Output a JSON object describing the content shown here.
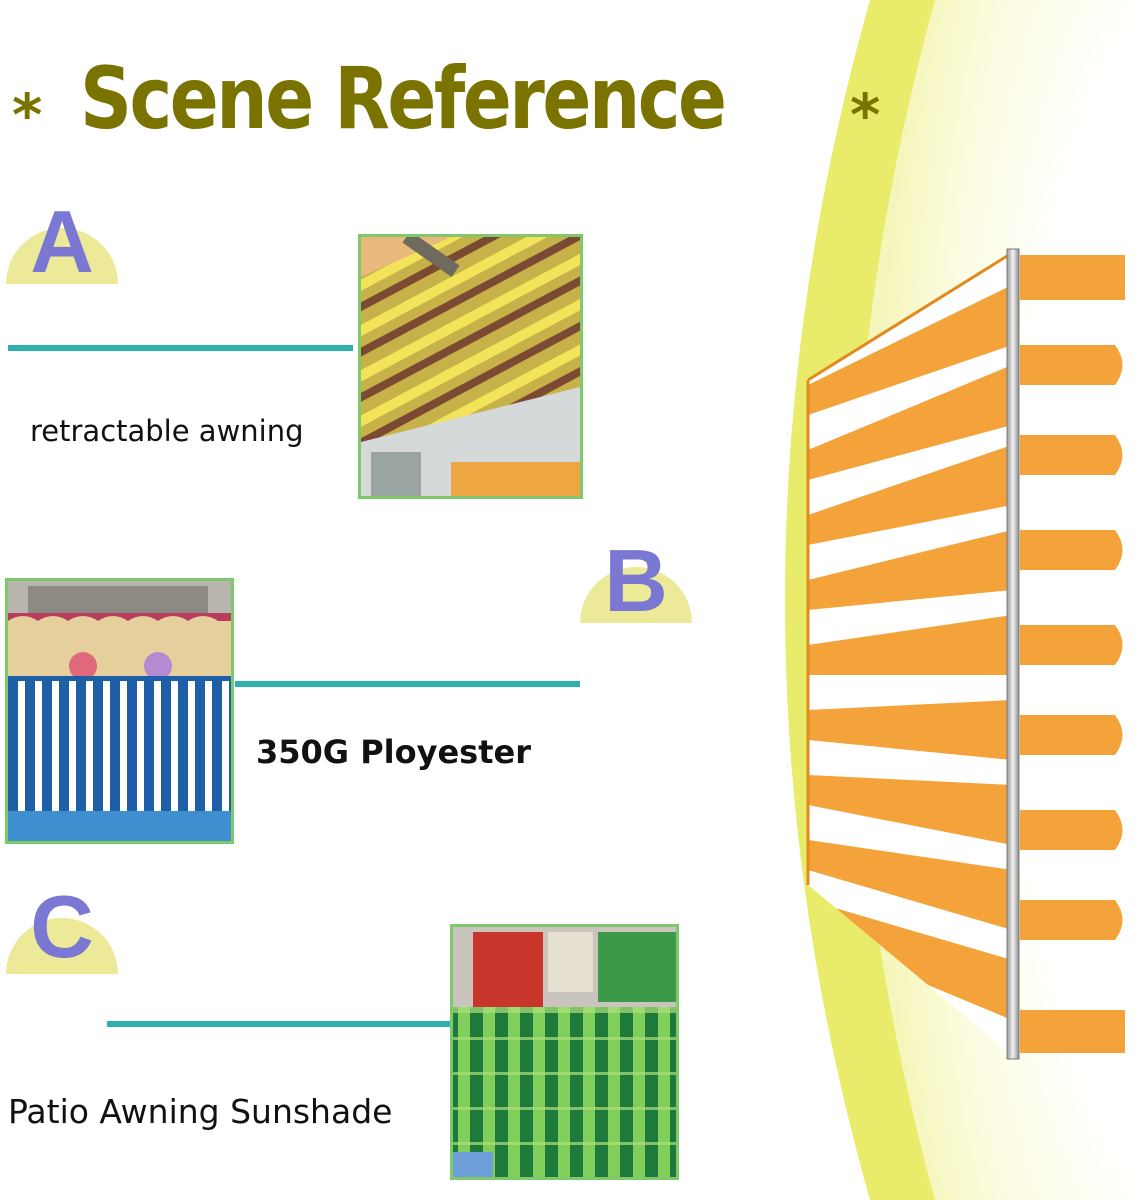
{
  "header": {
    "title": "Scene Reference",
    "star_left": "*",
    "star_right": "*"
  },
  "sections": [
    {
      "letter": "A",
      "caption": "retractable awning",
      "photo_icon": "retractable-awning-photo"
    },
    {
      "letter": "B",
      "caption": "350G Ployester",
      "photo_icon": "striped-enclosure-photo"
    },
    {
      "letter": "C",
      "caption": "Patio Awning Sunshade",
      "photo_icon": "green-striped-cover-photo"
    }
  ],
  "colors": {
    "title": "#7a7300",
    "badge_bg": "#ecea98",
    "badge_letter": "#7b78d4",
    "rule": "#2eb0ae",
    "photo_border": "#7ec96b",
    "awning_orange": "#f4a23a",
    "arc_yellow": "#eef07a"
  },
  "product_illustration": {
    "icon": "orange-white-striped-awning-illustration"
  }
}
